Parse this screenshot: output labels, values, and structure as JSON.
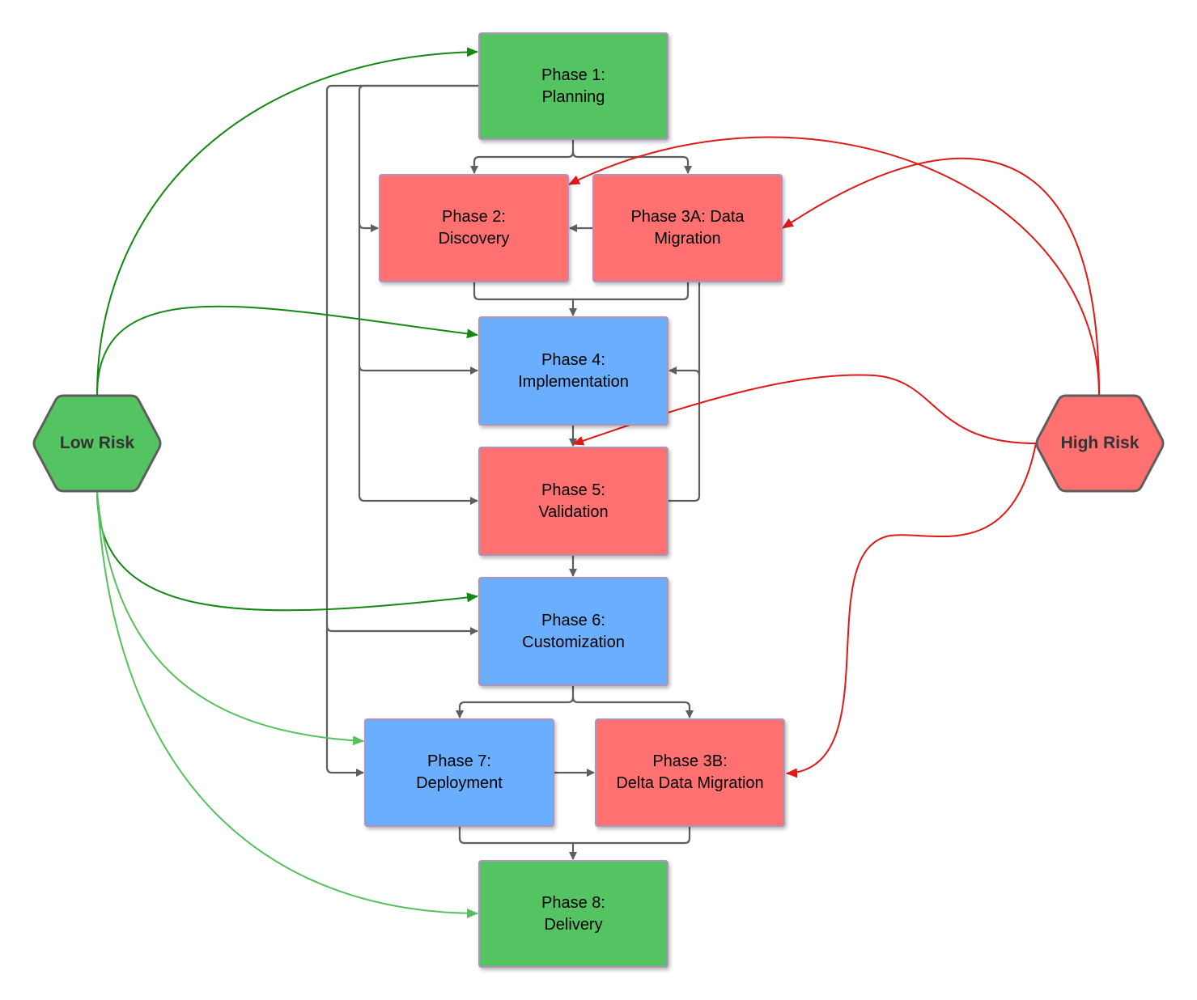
{
  "colors": {
    "green": "#54c462",
    "red": "#ff7070",
    "blue": "#6aaeff",
    "edge_gray": "#5e5e5e",
    "edge_dark_green": "#128a12",
    "edge_light_green": "#56c05e",
    "edge_red": "#e01818"
  },
  "nodes": {
    "p1": {
      "label": "Phase 1:\nPlanning",
      "risk": "low"
    },
    "p2": {
      "label": "Phase 2:\nDiscovery",
      "risk": "high"
    },
    "p3a": {
      "label": "Phase 3A: Data\nMigration",
      "risk": "high"
    },
    "p4": {
      "label": "Phase 4:\nImplementation",
      "risk": "neutral"
    },
    "p5": {
      "label": "Phase 5:\nValidation",
      "risk": "high"
    },
    "p6": {
      "label": "Phase 6:\nCustomization",
      "risk": "neutral"
    },
    "p7": {
      "label": "Phase 7:\nDeployment",
      "risk": "neutral"
    },
    "p3b": {
      "label": "Phase 3B:\nDelta Data Migration",
      "risk": "high"
    },
    "p8": {
      "label": "Phase 8:\nDelivery",
      "risk": "low"
    }
  },
  "legend": {
    "low_risk": "Low Risk",
    "high_risk": "High Risk"
  },
  "edges": [
    {
      "from": "p1",
      "to": "p2"
    },
    {
      "from": "p1",
      "to": "p3a"
    },
    {
      "from": "p3a",
      "to": "p2"
    },
    {
      "from": "p1",
      "to": "p2",
      "route": "left-bus"
    },
    {
      "from": "p1",
      "to": "p4",
      "route": "left-bus"
    },
    {
      "from": "p1",
      "to": "p5",
      "route": "left-bus"
    },
    {
      "from": "p1",
      "to": "p6",
      "route": "outer-bus"
    },
    {
      "from": "p1",
      "to": "p7",
      "route": "outer-bus"
    },
    {
      "from": "p2",
      "to": "p4"
    },
    {
      "from": "p3a",
      "to": "p4"
    },
    {
      "from": "p5",
      "to": "p4",
      "route": "right-loop"
    },
    {
      "from": "p4",
      "to": "p5"
    },
    {
      "from": "p5",
      "to": "p6"
    },
    {
      "from": "p6",
      "to": "p7"
    },
    {
      "from": "p6",
      "to": "p3b"
    },
    {
      "from": "p7",
      "to": "p3b"
    },
    {
      "from": "p7",
      "to": "p8"
    },
    {
      "from": "p3b",
      "to": "p8"
    },
    {
      "from": "low_risk",
      "to": "p1"
    },
    {
      "from": "low_risk",
      "to": "p4"
    },
    {
      "from": "low_risk",
      "to": "p6"
    },
    {
      "from": "low_risk",
      "to": "p7"
    },
    {
      "from": "low_risk",
      "to": "p8"
    },
    {
      "from": "high_risk",
      "to": "p2"
    },
    {
      "from": "high_risk",
      "to": "p3a"
    },
    {
      "from": "high_risk",
      "to": "p5"
    },
    {
      "from": "high_risk",
      "to": "p3b"
    }
  ]
}
